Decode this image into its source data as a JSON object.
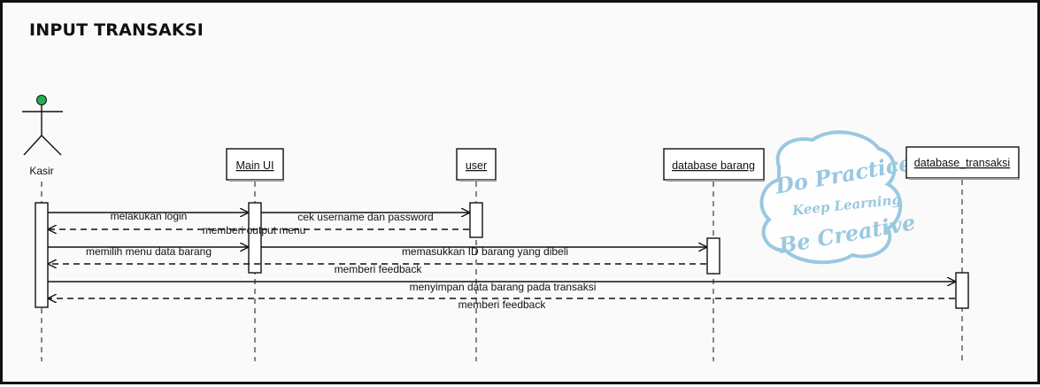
{
  "diagram": {
    "title": "INPUT TRANSAKSI",
    "actor": {
      "name": "Kasir"
    },
    "lifelines": [
      {
        "id": "main_ui",
        "label": "Main UI"
      },
      {
        "id": "user",
        "label": "user"
      },
      {
        "id": "database_barang",
        "label": "database barang"
      },
      {
        "id": "database_transaksi",
        "label": "database_transaksi"
      }
    ],
    "messages": [
      {
        "id": "m1",
        "text": "melakukan login"
      },
      {
        "id": "m2",
        "text": "cek username dan password"
      },
      {
        "id": "m3",
        "text": "memberi output menu"
      },
      {
        "id": "m4",
        "text": "memilih menu data barang"
      },
      {
        "id": "m5",
        "text": "memasukkan ID barang yang dibeli"
      },
      {
        "id": "m6",
        "text": "memberi feedback"
      },
      {
        "id": "m7",
        "text": "menyimpan data barang pada transaksi"
      },
      {
        "id": "m8",
        "text": "memberi feedback"
      }
    ],
    "watermark": {
      "line1": "Do Practice",
      "line2": "Keep Learning",
      "line3": "Be Creative",
      "color": "#8fc3df"
    }
  }
}
